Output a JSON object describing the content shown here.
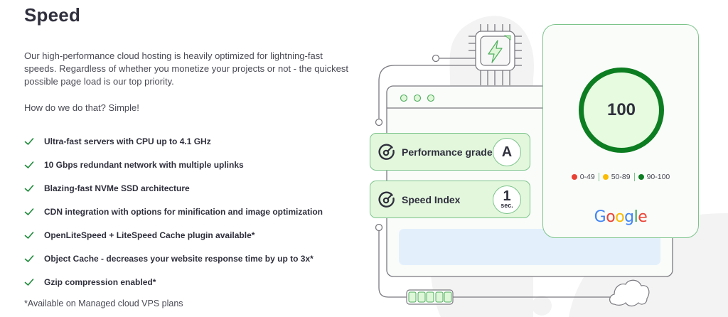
{
  "section": {
    "title": "Speed",
    "intro": "Our high-performance cloud hosting is heavily optimized for lightning-fast speeds. Regardless of whether you monetize your projects or not - the quickest possible page load is our top priority.",
    "how": "How do we do that? Simple!",
    "features": [
      "Ultra-fast servers with CPU up to 4.1 GHz",
      "10 Gbps redundant network with multiple uplinks",
      "Blazing-fast NVMe SSD architecture",
      "CDN integration with options for minification and image optimization",
      "OpenLiteSpeed + LiteSpeed Cache plugin available*",
      "Object Cache - decreases your website response time by up to 3x*",
      "Gzip compression enabled*"
    ],
    "footnote": "*Available on Managed cloud VPS plans",
    "check_icon": "check-icon",
    "check_color": "#1e8a3a"
  },
  "illustration": {
    "metrics": [
      {
        "label": "Performance grade",
        "value": "A",
        "unit": "",
        "icon": "gauge-icon"
      },
      {
        "label": "Speed Index",
        "value": "1",
        "unit": "sec.",
        "icon": "gauge-icon"
      }
    ],
    "score": {
      "value": "100",
      "ring_color": "#0d7d21",
      "legend": [
        {
          "range": "0-49",
          "color": "#e94235"
        },
        {
          "range": "50-89",
          "color": "#fbbc05"
        },
        {
          "range": "90-100",
          "color": "#0d7d21"
        }
      ],
      "brand": "Google",
      "brand_colors": [
        "#4285f4",
        "#ea4335",
        "#fbbc05",
        "#4285f4",
        "#34a853",
        "#ea4335"
      ]
    },
    "icons": [
      "cpu-chip-icon",
      "lightning-icon",
      "browser-window-icon",
      "battery-icon",
      "cloud-icon"
    ]
  }
}
